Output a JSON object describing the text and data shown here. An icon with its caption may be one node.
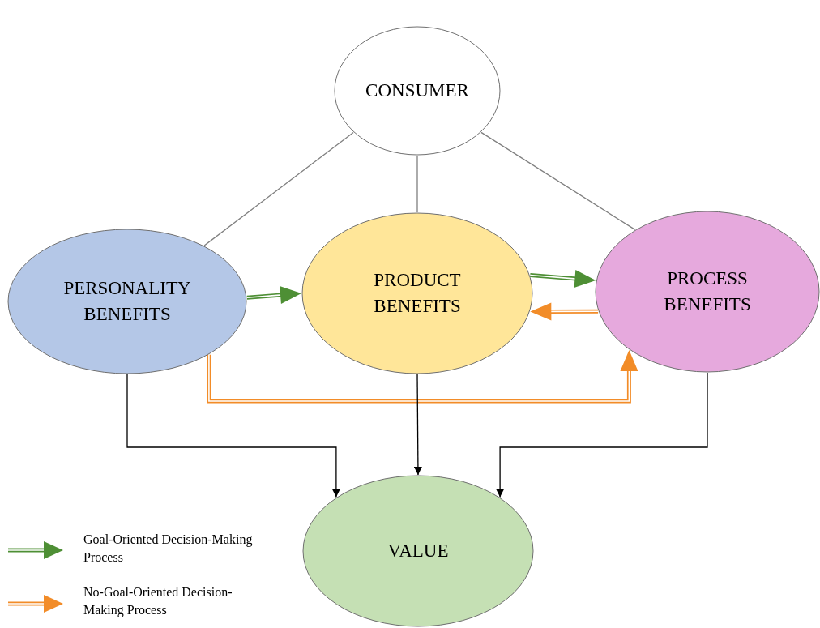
{
  "diagram": {
    "nodes": [
      {
        "text": [
          "CONSUMER"
        ]
      },
      {
        "text": [
          "PERSONALITY BENEFITS"
        ]
      },
      {
        "text": [
          "PRODUCT BENEFITS"
        ]
      },
      {
        "text": [
          "PROCESS BENEFITS"
        ]
      },
      {
        "text": [
          "VALUE"
        ]
      }
    ],
    "edges": [
      {
        "from": 0,
        "to": 1,
        "arrow": "none",
        "color": "#7f7f7f"
      },
      {
        "from": 0,
        "to": 2,
        "arrow": "none",
        "color": "#7f7f7f"
      },
      {
        "from": 0,
        "to": 3,
        "arrow": "none",
        "color": "#7f7f7f"
      },
      {
        "from": 1,
        "to": 2,
        "arrow": "to",
        "style": "thick",
        "color": "#4e8f35"
      },
      {
        "from": 2,
        "to": 3,
        "arrow": "to",
        "style": "thick",
        "color": "#4e8f35"
      },
      {
        "from": 3,
        "to": 2,
        "arrow": "to",
        "style": "thick",
        "color": "#f28c28"
      },
      {
        "from": 1,
        "to": 3,
        "arrow": "to",
        "style": "thick",
        "color": "#f28c28"
      },
      {
        "from": 1,
        "to": 4,
        "arrow": "to",
        "color": "#000000"
      },
      {
        "from": 2,
        "to": 4,
        "arrow": "to",
        "color": "#000000"
      },
      {
        "from": 3,
        "to": 4,
        "arrow": "to",
        "color": "#000000"
      }
    ],
    "legend": [
      {
        "text": "Goal-Oriented Decision-Making Process"
      },
      {
        "text": "No-Goal-Oriented Decision-Making Process"
      }
    ]
  }
}
